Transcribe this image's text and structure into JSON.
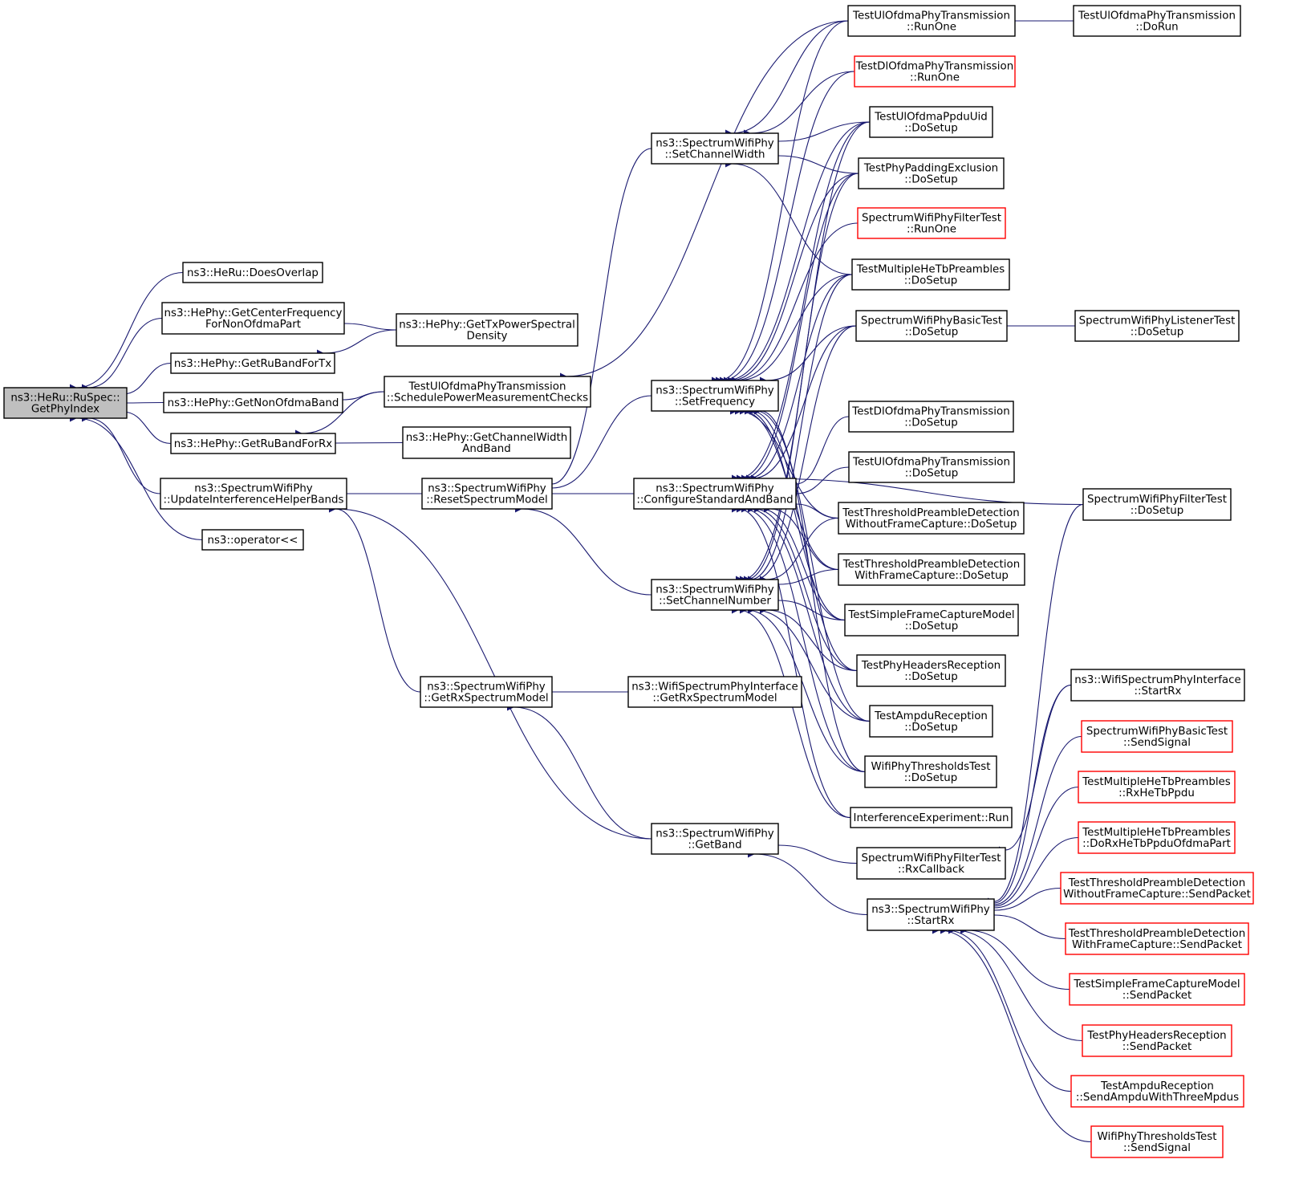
{
  "colors": {
    "edge": "#191970",
    "border": "#000000",
    "border_red": "#ff0000",
    "root_fill": "#bfbfbf",
    "background": "#ffffff"
  },
  "nodes": [
    {
      "id": "root",
      "lines": [
        "ns3::HeRu::RuSpec::",
        "GetPhyIndex"
      ],
      "style": "root"
    },
    {
      "id": "doesOverlap",
      "lines": [
        "ns3::HeRu::DoesOverlap"
      ]
    },
    {
      "id": "getCenterFreq",
      "lines": [
        "ns3::HePhy::GetCenterFrequency",
        "ForNonOfdmaPart"
      ]
    },
    {
      "id": "getRuBandTx",
      "lines": [
        "ns3::HePhy::GetRuBandForTx"
      ]
    },
    {
      "id": "getNonOfdmaBand",
      "lines": [
        "ns3::HePhy::GetNonOfdmaBand"
      ]
    },
    {
      "id": "getRuBandRx",
      "lines": [
        "ns3::HePhy::GetRuBandForRx"
      ]
    },
    {
      "id": "updateInterf",
      "lines": [
        "ns3::SpectrumWifiPhy",
        "::UpdateInterferenceHelperBands"
      ]
    },
    {
      "id": "operatorLL",
      "lines": [
        "ns3::operator<<"
      ]
    },
    {
      "id": "getTxPsd",
      "lines": [
        "ns3::HePhy::GetTxPowerSpectral",
        "Density"
      ]
    },
    {
      "id": "schedulePower",
      "lines": [
        "TestUlOfdmaPhyTransmission",
        "::SchedulePowerMeasurementChecks"
      ]
    },
    {
      "id": "getChannelWidthAndBand",
      "lines": [
        "ns3::HePhy::GetChannelWidth",
        "AndBand"
      ]
    },
    {
      "id": "resetSpectrum",
      "lines": [
        "ns3::SpectrumWifiPhy",
        "::ResetSpectrumModel"
      ]
    },
    {
      "id": "getRxSpectrum",
      "lines": [
        "ns3::SpectrumWifiPhy",
        "::GetRxSpectrumModel"
      ]
    },
    {
      "id": "wifiGetRxSpectrum",
      "lines": [
        "ns3::WifiSpectrumPhyInterface",
        "::GetRxSpectrumModel"
      ]
    },
    {
      "id": "setChannelWidth",
      "lines": [
        "ns3::SpectrumWifiPhy",
        "::SetChannelWidth"
      ]
    },
    {
      "id": "setFrequency",
      "lines": [
        "ns3::SpectrumWifiPhy",
        "::SetFrequency"
      ]
    },
    {
      "id": "configureStd",
      "lines": [
        "ns3::SpectrumWifiPhy",
        "::ConfigureStandardAndBand"
      ]
    },
    {
      "id": "setChannelNumber",
      "lines": [
        "ns3::SpectrumWifiPhy",
        "::SetChannelNumber"
      ]
    },
    {
      "id": "getBand",
      "lines": [
        "ns3::SpectrumWifiPhy",
        "::GetBand"
      ]
    },
    {
      "id": "ulRunOne",
      "lines": [
        "TestUlOfdmaPhyTransmission",
        "::RunOne"
      ]
    },
    {
      "id": "dlRunOne",
      "lines": [
        "TestDlOfdmaPhyTransmission",
        "::RunOne"
      ],
      "style": "red"
    },
    {
      "id": "ulPpduUid",
      "lines": [
        "TestUlOfdmaPpduUid",
        "::DoSetup"
      ]
    },
    {
      "id": "phyPadding",
      "lines": [
        "TestPhyPaddingExclusion",
        "::DoSetup"
      ]
    },
    {
      "id": "filterRunOne",
      "lines": [
        "SpectrumWifiPhyFilterTest",
        "::RunOne"
      ],
      "style": "red"
    },
    {
      "id": "multiHeTbSetup",
      "lines": [
        "TestMultipleHeTbPreambles",
        "::DoSetup"
      ]
    },
    {
      "id": "basicSetup",
      "lines": [
        "SpectrumWifiPhyBasicTest",
        "::DoSetup"
      ]
    },
    {
      "id": "dlSetup",
      "lines": [
        "TestDlOfdmaPhyTransmission",
        "::DoSetup"
      ]
    },
    {
      "id": "ulSetup",
      "lines": [
        "TestUlOfdmaPhyTransmission",
        "::DoSetup"
      ]
    },
    {
      "id": "threshWithoutSetup",
      "lines": [
        "TestThresholdPreambleDetection",
        "WithoutFrameCapture::DoSetup"
      ]
    },
    {
      "id": "threshWithSetup",
      "lines": [
        "TestThresholdPreambleDetection",
        "WithFrameCapture::DoSetup"
      ]
    },
    {
      "id": "simpleFcSetup",
      "lines": [
        "TestSimpleFrameCaptureModel",
        "::DoSetup"
      ]
    },
    {
      "id": "headersSetup",
      "lines": [
        "TestPhyHeadersReception",
        "::DoSetup"
      ]
    },
    {
      "id": "ampduSetup",
      "lines": [
        "TestAmpduReception",
        "::DoSetup"
      ]
    },
    {
      "id": "thresholdsSetup",
      "lines": [
        "WifiPhyThresholdsTest",
        "::DoSetup"
      ]
    },
    {
      "id": "interfRun",
      "lines": [
        "InterferenceExperiment::Run"
      ]
    },
    {
      "id": "filterRxCb",
      "lines": [
        "SpectrumWifiPhyFilterTest",
        "::RxCallback"
      ]
    },
    {
      "id": "startRx",
      "lines": [
        "ns3::SpectrumWifiPhy",
        "::StartRx"
      ]
    },
    {
      "id": "ulDoRun",
      "lines": [
        "TestUlOfdmaPhyTransmission",
        "::DoRun"
      ]
    },
    {
      "id": "listenerSetup",
      "lines": [
        "SpectrumWifiPhyListenerTest",
        "::DoSetup"
      ]
    },
    {
      "id": "filterSetup",
      "lines": [
        "SpectrumWifiPhyFilterTest",
        "::DoSetup"
      ]
    },
    {
      "id": "wifiStartRx",
      "lines": [
        "ns3::WifiSpectrumPhyInterface",
        "::StartRx"
      ]
    },
    {
      "id": "basicSendSignal",
      "lines": [
        "SpectrumWifiPhyBasicTest",
        "::SendSignal"
      ],
      "style": "red"
    },
    {
      "id": "multiRxHeTb",
      "lines": [
        "TestMultipleHeTbPreambles",
        "::RxHeTbPpdu"
      ],
      "style": "red"
    },
    {
      "id": "multiDoRxOfdma",
      "lines": [
        "TestMultipleHeTbPreambles",
        "::DoRxHeTbPpduOfdmaPart"
      ],
      "style": "red"
    },
    {
      "id": "threshWithoutSend",
      "lines": [
        "TestThresholdPreambleDetection",
        "WithoutFrameCapture::SendPacket"
      ],
      "style": "red"
    },
    {
      "id": "threshWithSend",
      "lines": [
        "TestThresholdPreambleDetection",
        "WithFrameCapture::SendPacket"
      ],
      "style": "red"
    },
    {
      "id": "simpleFcSend",
      "lines": [
        "TestSimpleFrameCaptureModel",
        "::SendPacket"
      ],
      "style": "red"
    },
    {
      "id": "headersSend",
      "lines": [
        "TestPhyHeadersReception",
        "::SendPacket"
      ],
      "style": "red"
    },
    {
      "id": "ampduSend",
      "lines": [
        "TestAmpduReception",
        "::SendAmpduWithThreeMpdus"
      ],
      "style": "red"
    },
    {
      "id": "thresholdsSend",
      "lines": [
        "WifiPhyThresholdsTest",
        "::SendSignal"
      ],
      "style": "red"
    }
  ]
}
